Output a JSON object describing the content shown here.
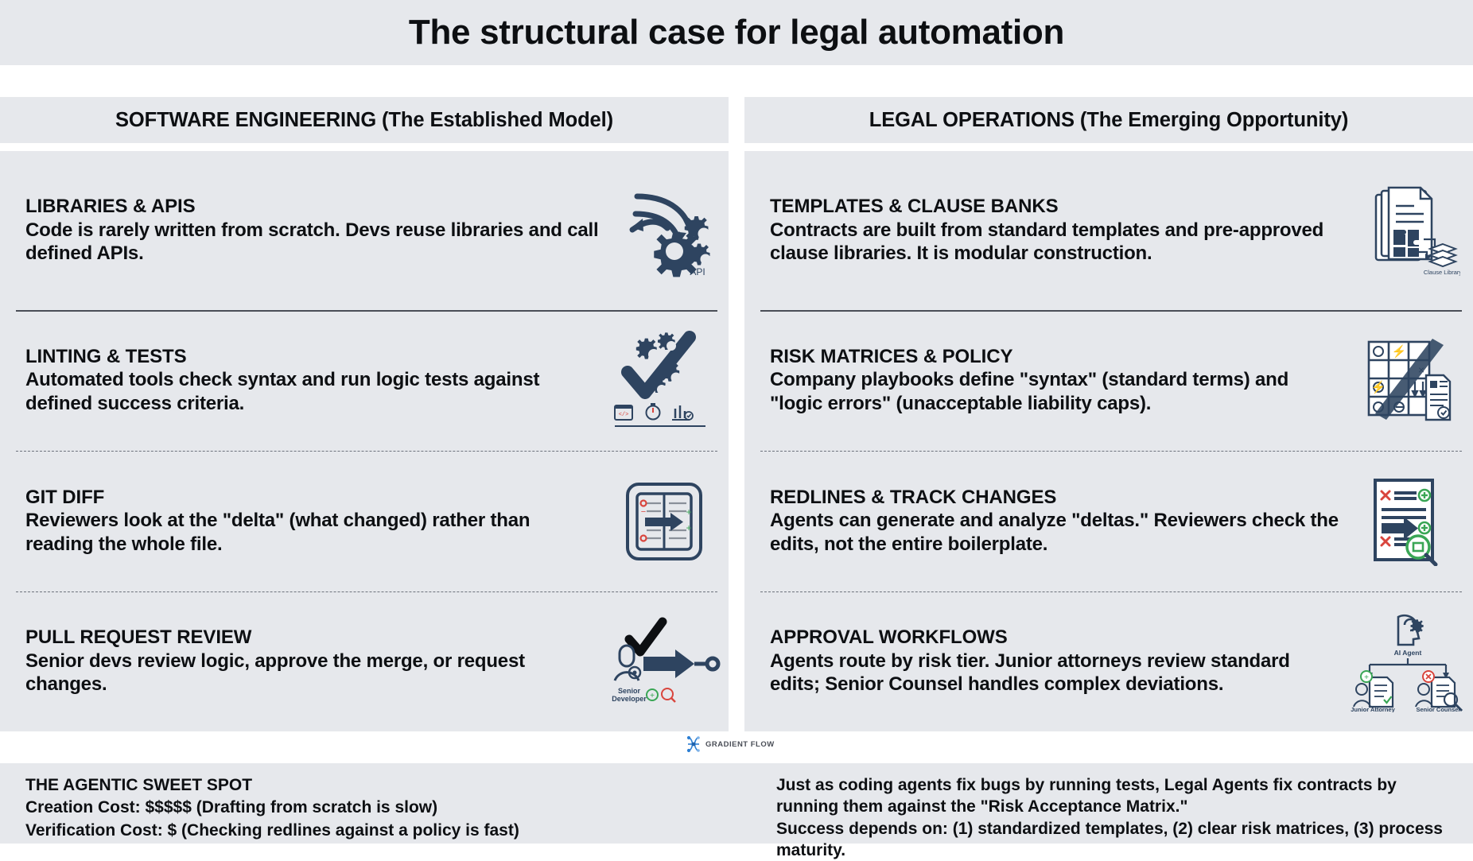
{
  "title": "The structural case for legal automation",
  "brand": {
    "name": "GRADIENT FLOW",
    "icon": "network-nodes-icon",
    "color": "#2d7fd3"
  },
  "colors": {
    "panel_bg": "#e6e8ec",
    "page_bg": "#ffffff",
    "text": "#0d0f12",
    "icon_navy": "#2e4460",
    "divider_solid": "#4a4e57",
    "divider_dashed": "#6d727c",
    "accent_green": "#3aa655",
    "accent_red": "#d9453d"
  },
  "columns": [
    {
      "header": "SOFTWARE ENGINEERING (The Established Model)",
      "rows": [
        {
          "title": "LIBRARIES & APIS",
          "desc": "Code is rarely written from scratch. Devs reuse libraries and call defined APIs.",
          "icon": "gears-arrows-api-icon",
          "icon_caption": "API",
          "divider": "none"
        },
        {
          "title": "LINTING & TESTS",
          "desc": "Automated tools check syntax and run logic tests against defined success criteria.",
          "icon": "checkmark-gears-icon",
          "icon_caption": "",
          "divider": "solid"
        },
        {
          "title": "GIT DIFF",
          "desc": "Reviewers look at the \"delta\" (what changed) rather than reading the whole file.",
          "icon": "diff-panel-arrow-icon",
          "icon_caption": "",
          "divider": "dashed"
        },
        {
          "title": "PULL REQUEST REVIEW",
          "desc": "Senior devs review logic, approve the merge, or request changes.",
          "icon": "senior-developer-approve-icon",
          "icon_caption": "Senior Developer",
          "divider": "dashed"
        }
      ]
    },
    {
      "header": "LEGAL OPERATIONS (The Emerging Opportunity)",
      "rows": [
        {
          "title": "TEMPLATES & CLAUSE BANKS",
          "desc": "Contracts are built from standard templates and pre-approved clause libraries. It is modular construction.",
          "icon": "document-puzzle-stack-icon",
          "icon_caption": "Clause Library",
          "divider": "none"
        },
        {
          "title": "RISK MATRICES & POLICY",
          "desc": "Company playbooks define \"syntax\" (standard terms) and \"logic errors\" (unacceptable liability caps).",
          "icon": "risk-matrix-grid-icon",
          "icon_caption": "",
          "divider": "solid"
        },
        {
          "title": "REDLINES & TRACK CHANGES",
          "desc": "Agents can generate and analyze \"deltas.\" Reviewers check the edits, not the entire boilerplate.",
          "icon": "redline-document-magnifier-icon",
          "icon_caption": "",
          "divider": "dashed"
        },
        {
          "title": "APPROVAL WORKFLOWS",
          "desc": "Agents route by risk tier. Junior attorneys review standard edits; Senior Counsel handles complex deviations.",
          "icon": "ai-agent-routing-icon",
          "icon_caption": "AI Agent",
          "icon_caption_2": "Junior Attorney",
          "icon_caption_3": "Senior Counsel",
          "divider": "dashed"
        }
      ]
    }
  ],
  "footer": {
    "left": {
      "title": "THE AGENTIC SWEET SPOT",
      "line1": "Creation Cost: $$$$$ (Drafting from scratch is slow)",
      "line2": "Verification Cost: $ (Checking redlines against a policy is fast)"
    },
    "right": {
      "line1": "Just as coding agents fix bugs by running tests, Legal Agents fix contracts by running them against the \"Risk Acceptance Matrix.\"",
      "line2": "Success depends on: (1) standardized templates, (2) clear risk matrices, (3) process maturity."
    }
  }
}
